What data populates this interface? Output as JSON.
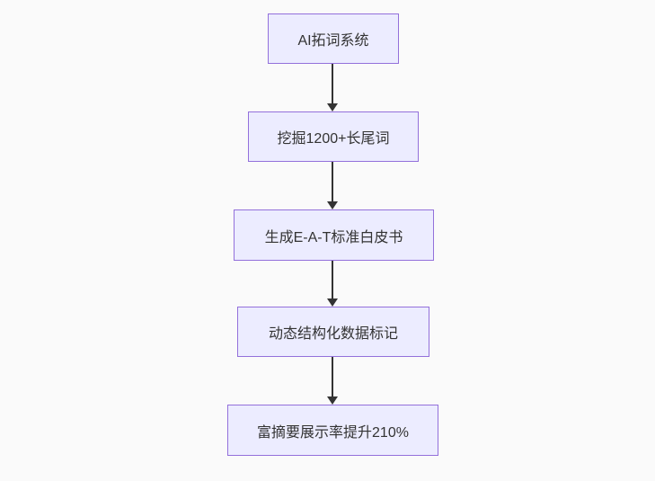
{
  "diagram": {
    "type": "flowchart",
    "direction": "top-down",
    "nodes": [
      {
        "label": "AI拓词系统"
      },
      {
        "label": "挖掘1200+长尾词"
      },
      {
        "label": "生成E-A-T标准白皮书"
      },
      {
        "label": "动态结构化数据标记"
      },
      {
        "label": "富摘要展示率提升210%"
      }
    ],
    "edges": [
      {
        "from": 0,
        "to": 1
      },
      {
        "from": 1,
        "to": 2
      },
      {
        "from": 2,
        "to": 3
      },
      {
        "from": 3,
        "to": 4
      }
    ],
    "colors": {
      "node_fill": "#ECECFF",
      "node_border": "#9370DB",
      "arrow": "#333333",
      "text": "#333333",
      "background": "#FAFAFA"
    }
  }
}
